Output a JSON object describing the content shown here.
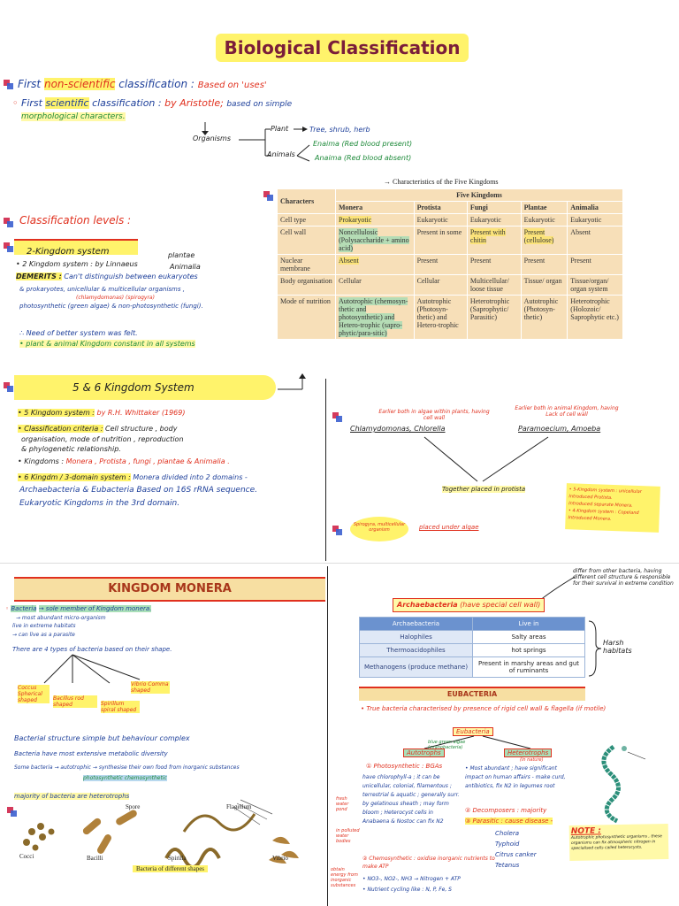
{
  "title": "Biological Classification",
  "intro": {
    "line1_a": "First",
    "line1_b": "non-scientific",
    "line1_c": "classification :",
    "line1_d": "Based on 'uses'",
    "line2_a": "First",
    "line2_b": "scientific",
    "line2_c": "classification :",
    "line2_d": "by Aristotle;",
    "line2_e": "based on simple",
    "line3": "morphological characters.",
    "organisms": "Organisms",
    "plant": "Plant",
    "plant_types": "Tree, shrub, herb",
    "animals": "Animals",
    "enaima": "Enaima (Red blood present)",
    "anaima": "Anaima (Red blood absent)"
  },
  "levels": {
    "heading": "Classification levels :",
    "two_kingdom": "2-Kingdom system",
    "plantae": "plantae",
    "animalia": "Animalia",
    "line_a": "• 2 Kingdom system : by Linnaeus",
    "demerits": "DEMERITS :",
    "demerit_text1": "Can't distinguish between eukaryotes",
    "demerit_text2": "& prokaryotes, unicellular & multicellular organisms ,",
    "demerit_note": "(chlamydomonas) (spirogyra)",
    "demerit_text3": "photosynthetic (green algae) & non-photosynthetic (fungi).",
    "need": "∴ Need of better system was felt.",
    "constant": "• plant & animal Kingdom constant in all systems"
  },
  "five_six": {
    "heading": "5 & 6 Kingdom System",
    "l1_a": "• 5 Kingdom system :",
    "l1_b": "by R.H. Whittaker (1969)",
    "l2_a": "• Classification criteria :",
    "l2_b": "Cell structure , body",
    "l3": "organisation, mode of nutrition , reproduction",
    "l4": "& phylogenetic relationship.",
    "l5_a": "• Kingdoms :",
    "l5_b": "Monera , Protista , fungi , plantae & Animalia .",
    "l6_a": "• 6 Kingdm / 3-domain system :",
    "l6_b": "Monera divided into 2 domains -",
    "l7": "Archaebacteria & Eubacteria Based on 16S rRNA sequence.",
    "l8": "Eukaryotic Kingdoms in the 3rd domain."
  },
  "five_kingdoms_table": {
    "caption": "→ Characteristics of the Five Kingdoms",
    "corner": "Characters",
    "group": "Five Kingdoms",
    "columns": [
      "Monera",
      "Protista",
      "Fungi",
      "Plantae",
      "Animalia"
    ],
    "rows": [
      {
        "label": "Cell type",
        "cells": [
          "Prokaryotic",
          "Eukaryotic",
          "Eukaryotic",
          "Eukaryotic",
          "Eukaryotic"
        ]
      },
      {
        "label": "Cell wall",
        "cells": [
          "Noncellulosic (Polysaccharide + amino acid)",
          "Present in some",
          "Present with chitin",
          "Present (cellulose)",
          "Absent"
        ]
      },
      {
        "label": "Nuclear membrane",
        "cells": [
          "Absent",
          "Present",
          "Present",
          "Present",
          "Present"
        ]
      },
      {
        "label": "Body organisation",
        "cells": [
          "Cellular",
          "Cellular",
          "Multicellular/ loose tissue",
          "Tissue/ organ",
          "Tissue/organ/ organ system"
        ]
      },
      {
        "label": "Mode of nutrition",
        "cells": [
          "Autotrophic (chemosyn-thetic and photosynthetic) and Hetero-trophic (sapro-phytic/para-sitic)",
          "Autotrophic (Photosyn-thetic) and Hetero-trophic",
          "Heterotrophic (Saprophytic/ Parasitic)",
          "Autotrophic (Photosyn-thetic)",
          "Heterotrophic (Holozoic/ Saprophytic etc.)"
        ]
      }
    ]
  },
  "protista_note": {
    "left_note": "Earlier both in algae within plants, having cell wall",
    "right_note": "Earlier both in animal Kingdom, having Lack of cell wall",
    "left_org": "Chlamydomonas, Chlorella",
    "right_org": "Paramoecium, Amoeba",
    "together": "Together placed in protista",
    "spirogyra": "Spirogyra, multicellular organism",
    "placed": "placed under algae",
    "sticky1": "• 5-Kingdom system : unicellular",
    "sticky2": "Introduced Protista.",
    "sticky3": "Introduced separate Monera.",
    "sticky4": "• 4-Kingdom system : Copeland",
    "sticky5": "Introduced Monera."
  },
  "monera": {
    "banner": "KINGDOM MONERA",
    "b1_a": "Bacteria",
    "b1_b": "→ sole member of Kingdom monera.",
    "b1_c": "→ most abundant micro-organism",
    "b1_d": "live in extreme habitats",
    "b1_e": "→ can live as a parasite",
    "types": "There are 4 types of bacteria based on their shape.",
    "shapes": [
      "Coccus Spherical shaped",
      "Bacillus rod shaped",
      "Spirillum spiral shaped",
      "Vibrio Comma shaped"
    ],
    "s1": "Bacterial structure simple but behaviour complex",
    "s2": "Bacteria have most extensive metabolic diversity",
    "s3": "Some bacteria → autotrophic → synthesise their own food from inorganic substances",
    "s3b": "photosynthetic chemosynthetic",
    "s4": "majority of bacteria are heterotrophs",
    "fig_labels": [
      "Spore",
      "Flagellum",
      "Cocci",
      "Bacilli",
      "Spirilla",
      "Vibrio"
    ],
    "fig_caption": "Bacteria of different shapes"
  },
  "archae": {
    "differ": "differ from other bacteria, having different cell structure & responsible for their survival in extreme condition",
    "heading": "Archaebacteria",
    "heading_note": "(have special cell wall)",
    "col1": "Archaebacteria",
    "col2": "Live in",
    "rows": [
      [
        "Halophiles",
        "Salty areas"
      ],
      [
        "Thermoacidophiles",
        "hot springs"
      ],
      [
        "Methanogens (produce methane)",
        "Present in marshy areas and gut of ruminants"
      ]
    ],
    "harsh": "Harsh habitats"
  },
  "eubacteria": {
    "banner": "EUBACTERIA",
    "true": "• True bacteria characterised by presence of rigid cell wall & flagella (if motile)",
    "center": "Eubacteria",
    "autotrophs": "Autotrophs",
    "heterotrophs": "Heterotrophs",
    "blue_green": "blue green algae (cyanobacteria)",
    "p1": "① Photosynthetic : BGAs",
    "p2": "have chlorophyll-a ; it can be unicellular, colonial, filamentous ; terrestrial & aquatic ; generally surr. by gelatinous sheath ; may form bloom ; Heterocyst cells in Anabaena & Nostoc can fix N2",
    "h0": "(in nature)",
    "h1": "• Most abundant ; have significant impact on human affairs - make curd, antibiotics, fix N2 in legumes root",
    "h2": "② Decomposers : majority",
    "h3": "③ Parasitic : cause disease -",
    "diseases": [
      "Cholera",
      "Typhoid",
      "Citrus canker",
      "Tetanus"
    ],
    "c1": "② Chemosynthetic : oxidise inorganic nutrients to make ATP",
    "c2": "• NO3-, NO2-, NH3 → Nitrogen + ATP",
    "c3": "• Nutrient cycling like : N, P, Fe, S",
    "side_left1": "fresh water pond",
    "side_left2": "in polluted water bodies",
    "side_left3": "obtain energy from inorganic substances",
    "note_label": "NOTE :",
    "note_text": "Autotrophic photosynthetic organisms , these organisms can fix atmospheric nitrogen in specialised cells called heterocysts."
  }
}
